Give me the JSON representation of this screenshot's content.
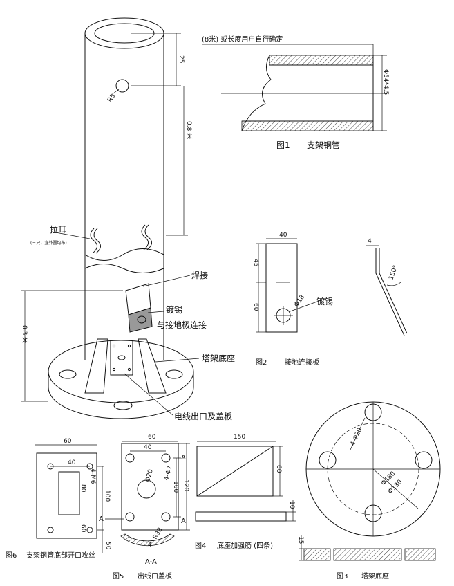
{
  "main_post": {
    "dim_25": "25",
    "dim_R5": "R5",
    "dim_length": "0.8 米",
    "dim_base_height": "0.3 米",
    "label_lug": "拉耳",
    "label_lug_note": "(三只，宜外圆均布)",
    "label_weld": "焊接",
    "label_tin": "镀锡",
    "label_connect": "与接地极连接",
    "label_base": "塔架底座",
    "label_outlet": "电线出口及盖板"
  },
  "fig1": {
    "note": "(8米) 或长度用户自行确定",
    "dim": "Φ54*4.5",
    "caption_num": "图1",
    "caption_title": "支架钢管"
  },
  "fig2": {
    "dim_40": "40",
    "dim_45": "45",
    "dim_60": "60",
    "dim_hole": "Φ18",
    "label_tin": "镀锡",
    "dim_4": "4",
    "dim_angle": "150°",
    "caption_num": "图2",
    "caption_title": "接地连接板"
  },
  "fig3": {
    "dim_holes": "4-Φ20",
    "dim_d180": "Φ180",
    "dim_d130": "Φ130",
    "dim_15": "15",
    "caption_num": "图3",
    "caption_title": "塔架底座"
  },
  "fig4": {
    "dim_150": "150",
    "dim_60": "60",
    "dim_10": "10",
    "caption_num": "图4",
    "caption_title": "底座加强筋 (四条)"
  },
  "fig5": {
    "dim_60": "60",
    "dim_40": "40",
    "dim_holes": "4-Φ7",
    "dim_d20": "Φ20",
    "dim_100": "100",
    "dim_120": "120",
    "mark_A_top": "A",
    "mark_A_bottom": "A",
    "dim_R38": "R38",
    "dim_4": "4",
    "section": "A-A",
    "caption_num": "图5",
    "caption_title": "出线口盖板"
  },
  "fig6": {
    "dim_60": "60",
    "dim_40": "40",
    "dim_holes": "4-M6",
    "dim_80": "80",
    "dim_100": "100",
    "dim_60b": "60",
    "mark_A": "A",
    "dim_50": "50",
    "caption_num": "图6",
    "caption_title": "支架钢管底部开口攻丝"
  }
}
